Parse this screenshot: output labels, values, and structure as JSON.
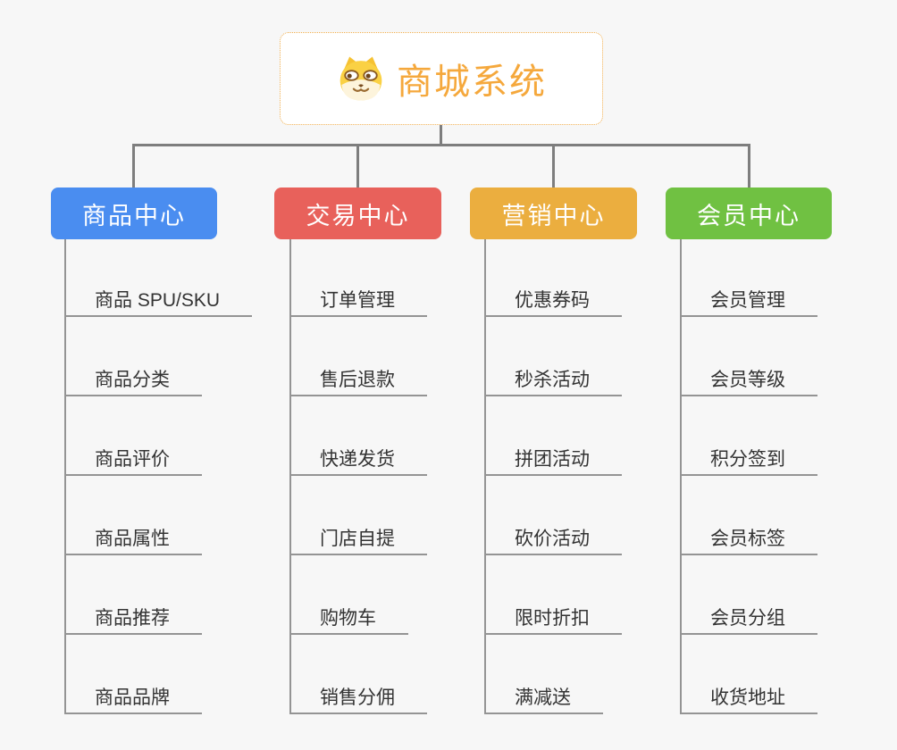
{
  "root": {
    "title": "商城系统",
    "icon": "dog-face-icon"
  },
  "branches": [
    {
      "label": "商品中心",
      "color": "#4a8df0",
      "items": [
        "商品 SPU/SKU",
        "商品分类",
        "商品评价",
        "商品属性",
        "商品推荐",
        "商品品牌"
      ]
    },
    {
      "label": "交易中心",
      "color": "#e8615b",
      "items": [
        "订单管理",
        "售后退款",
        "快递发货",
        "门店自提",
        "购物车",
        "销售分佣"
      ]
    },
    {
      "label": "营销中心",
      "color": "#ebae3f",
      "items": [
        "优惠券码",
        "秒杀活动",
        "拼团活动",
        "砍价活动",
        "限时折扣",
        "满减送"
      ]
    },
    {
      "label": "会员中心",
      "color": "#70c142",
      "items": [
        "会员管理",
        "会员等级",
        "积分签到",
        "会员标签",
        "会员分组",
        "收货地址"
      ]
    }
  ],
  "colors": {
    "background": "#f7f7f7",
    "connector": "#7e7e7e",
    "underline": "#949494",
    "leaf_text": "#333333",
    "root_accent": "#f5a83c",
    "root_border": "#f0ae4e"
  }
}
